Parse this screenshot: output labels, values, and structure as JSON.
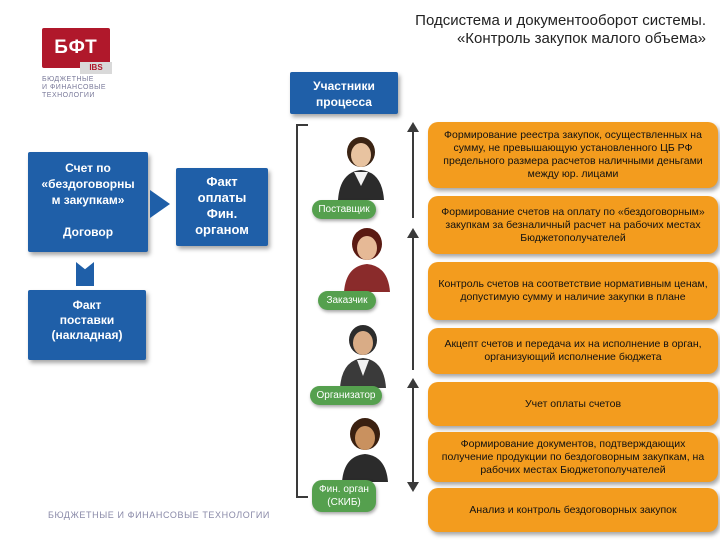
{
  "header": {
    "title_line1": "Подсистема и документооборот системы.",
    "title_line2": "«Контроль закупок малого объема»"
  },
  "logo": {
    "main": "БФТ",
    "badge": "IBS",
    "sub_line1": "БЮДЖЕТНЫЕ",
    "sub_line2": "И ФИНАНСОВЫЕ",
    "sub_line3": "ТЕХНОЛОГИИ"
  },
  "participants": {
    "line1": "Участники",
    "line2": "процесса"
  },
  "left_boxes": {
    "invoice_line1": "Счет  по",
    "invoice_line2": "«бездоговорны",
    "invoice_line3": "м закупкам»",
    "contract": "Договор",
    "payment_line1": "Факт",
    "payment_line2": "оплаты",
    "payment_line3": "Фин.",
    "payment_line4": "органом",
    "delivery_line1": "Факт",
    "delivery_line2": "поставки",
    "delivery_line3": "(накладная)"
  },
  "roles": [
    {
      "line1": "Поставщик",
      "line2": ""
    },
    {
      "line1": "Заказчик",
      "line2": ""
    },
    {
      "line1": "Организатор",
      "line2": ""
    },
    {
      "line1": "Фин. орган",
      "line2": "(СКИБ)"
    }
  ],
  "activities": [
    "Формирование реестра закупок, осуществленных на сумму, не превышающую установленного ЦБ РФ предельного размера расчетов наличными деньгами между юр. лицами",
    "Формирование счетов на оплату по «бездоговорным» закупкам за безналичный расчет на рабочих местах Бюджетополучателей",
    "Контроль счетов на соответствие нормативным ценам, допустимую сумму и наличие закупки в плане",
    "Акцепт счетов и передача их на исполнение в орган, организующий исполнение бюджета",
    "Учет оплаты счетов",
    "Формирование документов, подтверждающих получение продукции по бездоговорным закупкам, на рабочих местах Бюджетополучателей",
    "Анализ и контроль бездоговорных закупок"
  ],
  "footer": {
    "text": "БЮДЖЕТНЫЕ И ФИНАНСОВЫЕ ТЕХНОЛОГИИ"
  },
  "colors": {
    "blue": "#1f5fa8",
    "green": "#55a04e",
    "orange": "#f39c1e",
    "brand_red": "#b0182b"
  },
  "icons": [
    "person-icon",
    "arrow-right-icon",
    "arrow-up-icon"
  ]
}
